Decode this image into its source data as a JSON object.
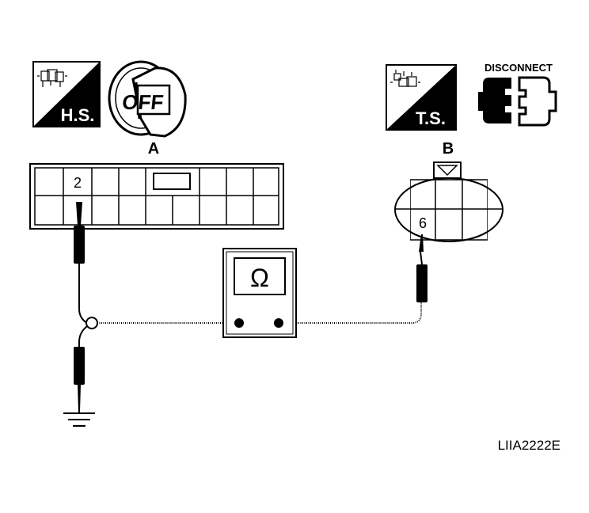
{
  "labels": {
    "harness_side": "H.S.",
    "terminal_side": "T.S.",
    "ignition": "OFF",
    "disconnect": "DISCONNECT",
    "connector_a": "A",
    "connector_b": "B",
    "terminal_a": "2",
    "terminal_b": "6",
    "meter_symbol": "Ω",
    "figure_code": "LIIA2222E"
  },
  "icons": {
    "harness_side": "harness-side-connector-icon",
    "terminal_side": "terminal-side-connector-icon",
    "ignition": "ignition-key-off-icon",
    "disconnect": "disconnect-connector-icon",
    "meter": "ohmmeter-icon",
    "ground": "ground-symbol-icon"
  },
  "colors": {
    "ink": "#000000",
    "background": "#ffffff"
  }
}
